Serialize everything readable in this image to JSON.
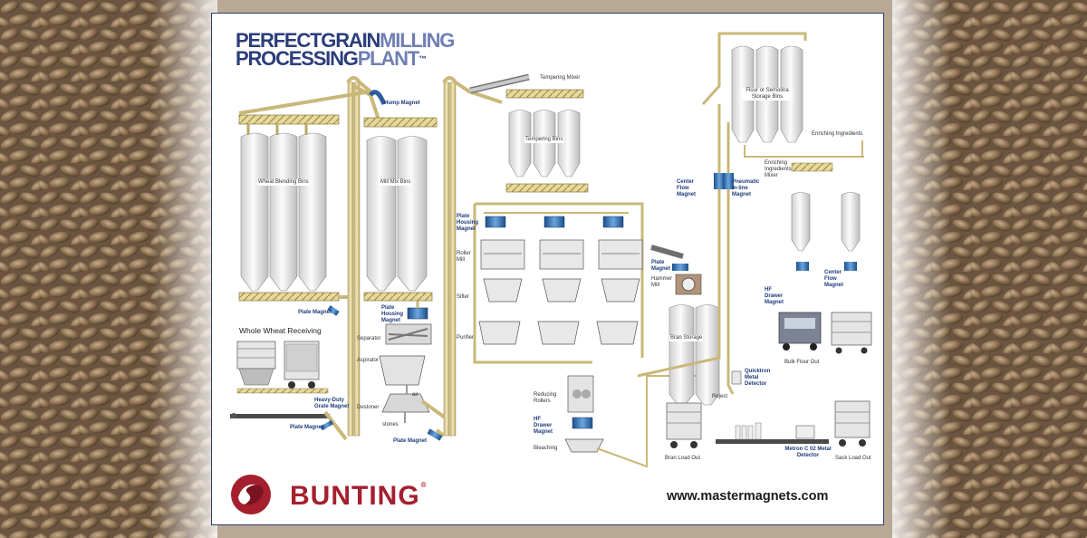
{
  "title": {
    "word1": "PERFECT",
    "word2": "GRAIN",
    "word3": "MILLING",
    "word4": "PROCESSING",
    "word5": "PLANT",
    "tm": "™"
  },
  "labels": {
    "whole_wheat_receiving": "Whole Wheat Receiving",
    "wheat_blending_bins": "Wheat Blending Bins",
    "mill_mix_bins": "Mill Mix Bins",
    "hump_magnet": "Hump Magnet",
    "plate_magnet_1": "Plate Magnet",
    "plate_magnet_2": "Plate Magnet",
    "plate_magnet_3": "Plate Magnet",
    "plate_housing_magnet_1": "Plate Housing Magnet",
    "plate_housing_magnet_2": "Plate Housing Magnet",
    "heavy_duty_grate_magnet": "Heavy-Duty Grate Magnet",
    "separator": "Separator",
    "aspirator": "Aspirator",
    "destoner": "Destoner",
    "stones": "stones",
    "air": "air",
    "tempering_mixer": "Tempering Mixer",
    "tempering_bins": "Tempering Bins",
    "roller_mill": "Roller Mill",
    "sifter": "Sifter",
    "purifier": "Purifier",
    "reducing_rollers": "Reducing Rollers",
    "hf_drawer_magnet_1": "HF Drawer Magnet",
    "hf_drawer_magnet_2": "HF Drawer Magnet",
    "bleaching": "Bleaching",
    "plate_magnet_hammer": "Plate Magnet",
    "hammer_mill": "Hammer Mill",
    "bran_storage": "Bran Storage",
    "bran_load_out": "Bran Load Out",
    "center_flow_magnet_1": "Center Flow Magnet",
    "center_flow_magnet_2": "Center Flow Magnet",
    "pneumatic_inline_magnet": "Pneumatic In-line Magnet",
    "flour_storage_bins": "Flour or Semolina Storage Bins",
    "enriching_ingredients": "Enriching Ingredients",
    "enriching_mixer": "Enriching Ingredients Mixer",
    "bulk_flour_out": "Bulk Flour Out",
    "quicktron": "Quicktron Metal Detector",
    "reject": "Reject",
    "metron": "Metron C 02 Metal Detector",
    "sack_load_out": "Sack Load Out"
  },
  "brand": {
    "name": "BUNTING",
    "registered": "®",
    "website": "www.mastermagnets.com"
  },
  "colors": {
    "navy": "#2b3d7a",
    "light_navy": "#6f7fb3",
    "brand_red": "#a51f2e",
    "conveyor": "#d8c68a",
    "magnet_blue": "#3d7cbf"
  },
  "icons": [
    "bunting-logo-icon",
    "magnet-icon",
    "truck-icon",
    "silo-icon",
    "conveyor-icon"
  ]
}
